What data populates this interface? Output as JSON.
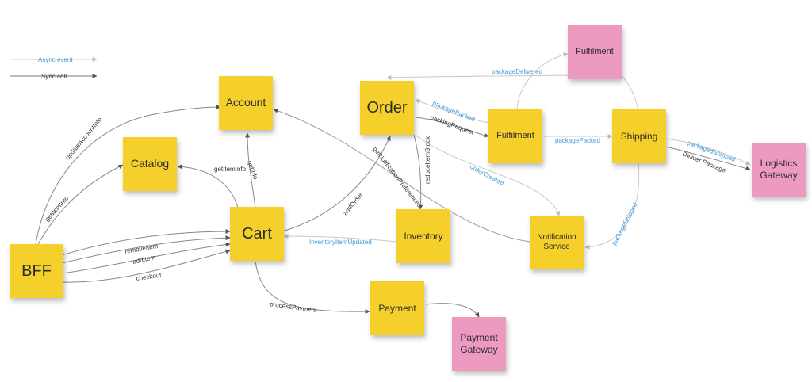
{
  "colors": {
    "yellow_note": "#f5d02b",
    "pink_note": "#ec9ac0",
    "sync_line": "#8a8a8a",
    "async_line": "#c8c8c8",
    "sync_label": "#3a3a3a",
    "async_label": "#3a9ad9"
  },
  "legend": {
    "async": "Async event",
    "sync": "Sync call"
  },
  "notes": {
    "account": "Account",
    "catalog": "Catalog",
    "cart": "Cart",
    "bff": "BFF",
    "order": "Order",
    "inventory": "Inventory",
    "payment": "Payment",
    "payment_gateway": "Payment\nGateway",
    "fulfilment_top": "Fulfilment",
    "fulfilment": "Fulfilment",
    "shipping": "Shipping",
    "notification_service": "Notification\nService",
    "logistics_gateway": "Logistics\nGateway"
  },
  "labels": {
    "update_account_info": "updateAccountInfo",
    "get_item_info_bff": "getItemInfo",
    "get_item_info_cart": "getItemInfo",
    "get_info": "getInfo",
    "remove_item": "removeItem",
    "add_item": "addItem",
    "checkout": "checkout",
    "add_order": "addOrder",
    "get_notification_preferences": "getNotificationPreferences",
    "reduce_item_stock": "reduceItemStock",
    "inventory_item_updated": "InventoryItemUpdated",
    "process_payment": "processPayment",
    "package_delivered": "packageDelivered",
    "package_packed_order": "packagePacked",
    "packing_request": "packingRequest",
    "order_created": "orderCreated",
    "package_packed_shipping": "packagePacked",
    "package_shipped_logistics": "packagedShipped",
    "deliver_package": "Deliver Package",
    "package_shipped_notification": "packageShipped"
  }
}
